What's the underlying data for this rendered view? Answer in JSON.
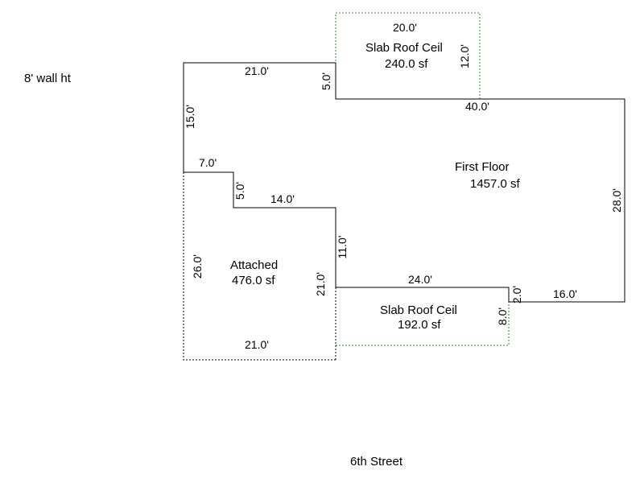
{
  "wall_height_note": "8' wall ht",
  "street_label": "6th Street",
  "colors": {
    "wall": "#000000",
    "slab_outline": "#2e8b2e",
    "attached_outline": "#000000"
  },
  "areas": {
    "first_floor": {
      "name": "First Floor",
      "area": "1457.0 sf"
    },
    "attached": {
      "name": "Attached",
      "area": "476.0 sf"
    },
    "slab_top": {
      "name": "Slab Roof Ceil",
      "area": "240.0 sf"
    },
    "slab_bottom": {
      "name": "Slab Roof Ceil",
      "area": "192.0 sf"
    }
  },
  "dimensions": {
    "slab_top_width": "20.0'",
    "slab_top_depth": "12.0'",
    "main_top_left": "21.0'",
    "step_top": "5.0'",
    "main_top_right": "40.0'",
    "left_upper": "15.0'",
    "left_notch_width": "7.0'",
    "left_notch_depth": "5.0'",
    "mid_run": "14.0'",
    "right_side": "28.0'",
    "inner_vertical": "11.0'",
    "attached_left": "26.0'",
    "attached_right": "21.0'",
    "attached_bottom": "21.0'",
    "slab_bottom_top": "24.0'",
    "slab_bottom_right": "8.0'",
    "small_step": "2.0'",
    "bottom_right_run": "16.0'"
  }
}
